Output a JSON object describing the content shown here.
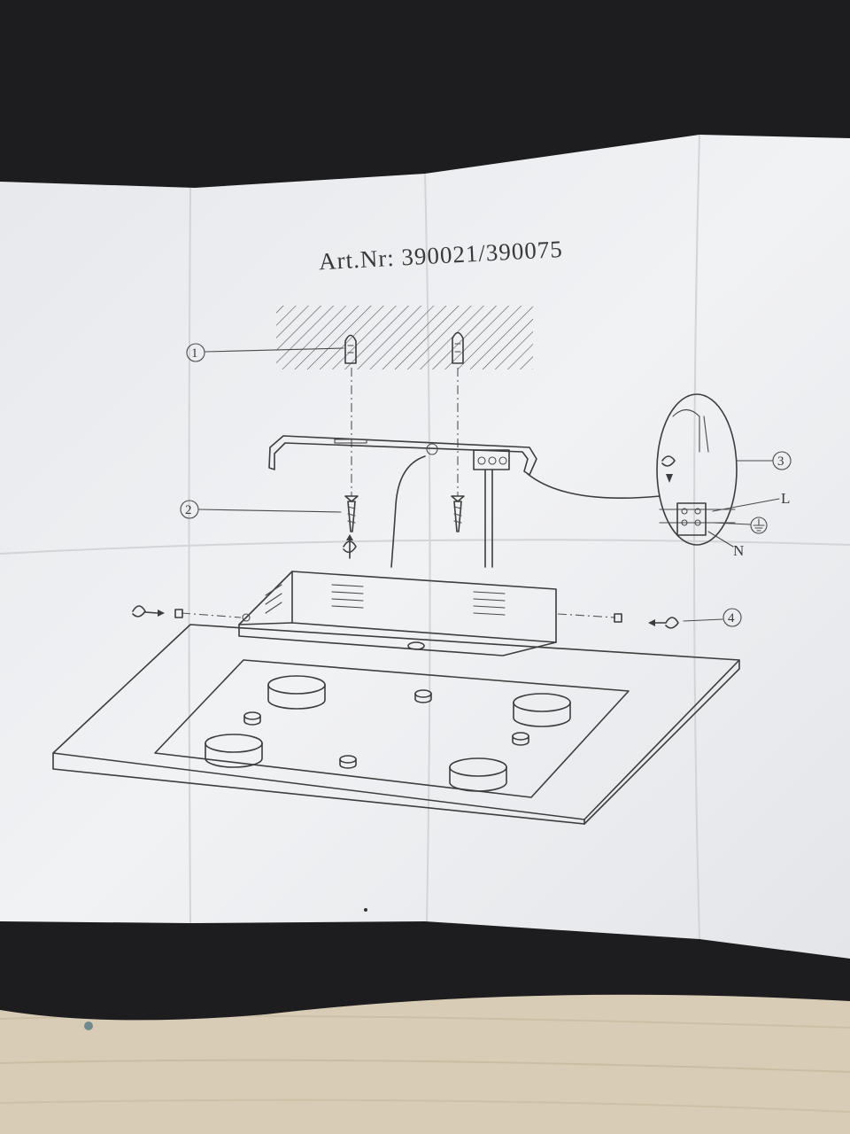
{
  "document": {
    "title": "Art.Nr: 390021/390075",
    "callouts": [
      "1",
      "2",
      "3",
      "4"
    ],
    "wire_labels": {
      "live": "L",
      "neutral": "N"
    }
  },
  "icons": {
    "earth": "earth-ground-icon",
    "rotate": "rotation-arrow-icon"
  },
  "colors": {
    "paper": "#eef0f2",
    "ink": "#3d3d3d",
    "desk_wood": "#d8cbb5",
    "dark_surface": "#1c1c1e"
  }
}
